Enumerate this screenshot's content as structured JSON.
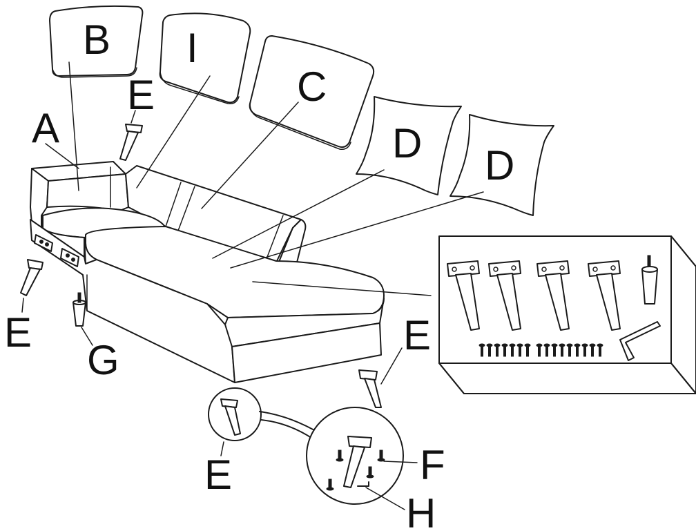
{
  "labels": {
    "a": "A",
    "b": "B",
    "c": "C",
    "d1": "D",
    "d2": "D",
    "e1": "E",
    "e2": "E",
    "e3": "E",
    "e4": "E",
    "f": "F",
    "g": "G",
    "h": "H",
    "i": "I"
  },
  "hardware_box": {
    "legs_count": 4,
    "screws_count": 16,
    "glide_count": 1,
    "allen_key_count": 1
  },
  "colors": {
    "line": "#1a1a1a",
    "background": "#ffffff"
  }
}
